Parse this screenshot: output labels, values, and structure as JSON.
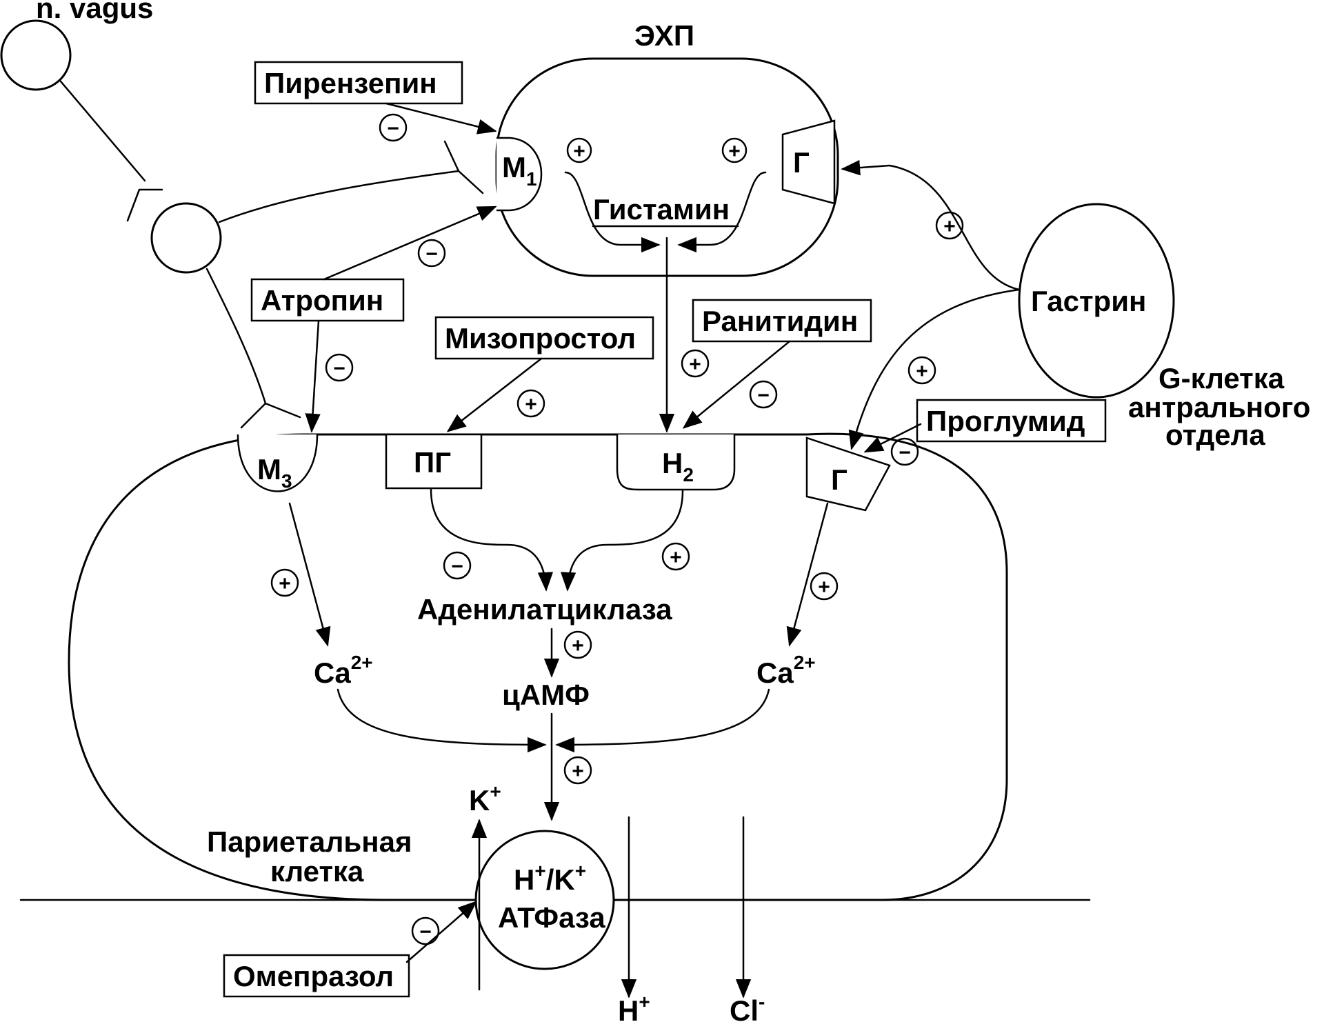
{
  "labels": {
    "vagus": "n. vagus",
    "ecl": "ЭХП",
    "pirenzepin": "Пирензепин",
    "atropin": "Атропин",
    "mizoprostol": "Мизопростол",
    "ranitidin": "Ранитидин",
    "gastrin": "Гастрин",
    "gcell_line1": "G-клетка",
    "gcell_line2": "антрального",
    "gcell_line3": "отдела",
    "proglumid": "Проглумид",
    "histamin": "Гистамин",
    "adenylate": "Аденилатциклаза",
    "camp": "цАМФ",
    "parietal_line1": "Париетальная",
    "parietal_line2": "клетка",
    "omeprazol": "Омепразол",
    "atpase_line2": "АТФаза"
  },
  "receptors": {
    "m1": "M",
    "m1_sub": "1",
    "g_ecl": "Г",
    "m3": "M",
    "m3_sub": "3",
    "pg": "ПГ",
    "h2": "H",
    "h2_sub": "2",
    "g_par": "Г"
  },
  "ions": {
    "ca": "Ca",
    "ca_sup": "2+",
    "k": "K",
    "k_sup": "+",
    "h": "H",
    "h_sup": "+",
    "cl": "Cl",
    "cl_sup": "-",
    "atpase_h": "H",
    "atpase_h_sup": "+",
    "atpase_slash": "/K",
    "atpase_k_sup": "+"
  },
  "signs": {
    "plus": "+",
    "minus": "−"
  }
}
